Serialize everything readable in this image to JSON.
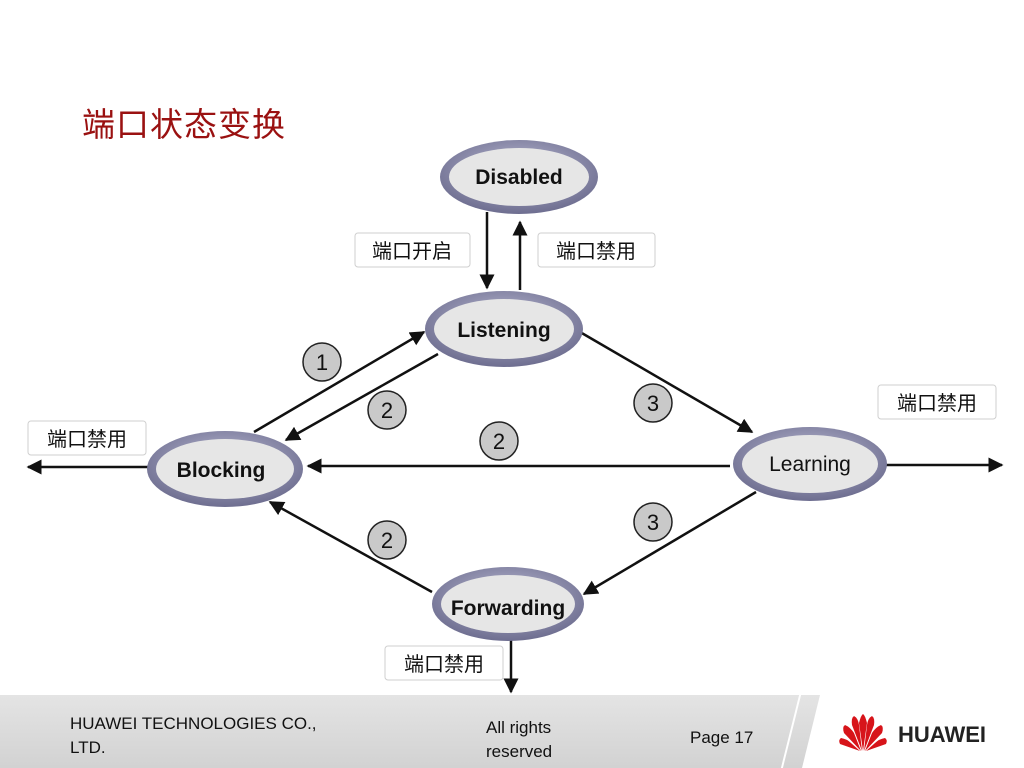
{
  "title": "端口状态变换",
  "states": {
    "disabled": "Disabled",
    "listening": "Listening",
    "learning": "Learning",
    "blocking": "Blocking",
    "forwarding": "Forwarding"
  },
  "labels": {
    "port_enable": "端口开启",
    "port_disable_top": "端口禁用",
    "port_disable_right": "端口禁用",
    "port_disable_left": "端口禁用",
    "port_disable_bottom": "端口禁用"
  },
  "markers": {
    "m1": "1",
    "m2_upper": "2",
    "m2_middle": "2",
    "m2_lower": "2",
    "m3_upper": "3",
    "m3_lower": "3"
  },
  "footer": {
    "company_line1": "HUAWEI TECHNOLOGIES CO.,",
    "company_line2": "LTD.",
    "rights_line1": "All rights",
    "rights_line2": "reserved",
    "page": "Page 17",
    "logo_text": "HUAWEI"
  },
  "colors": {
    "title": "#9a1111",
    "node_fill": "#e6e6e6",
    "node_ring": "#8a8aa8",
    "logo_red": "#d7141a"
  }
}
